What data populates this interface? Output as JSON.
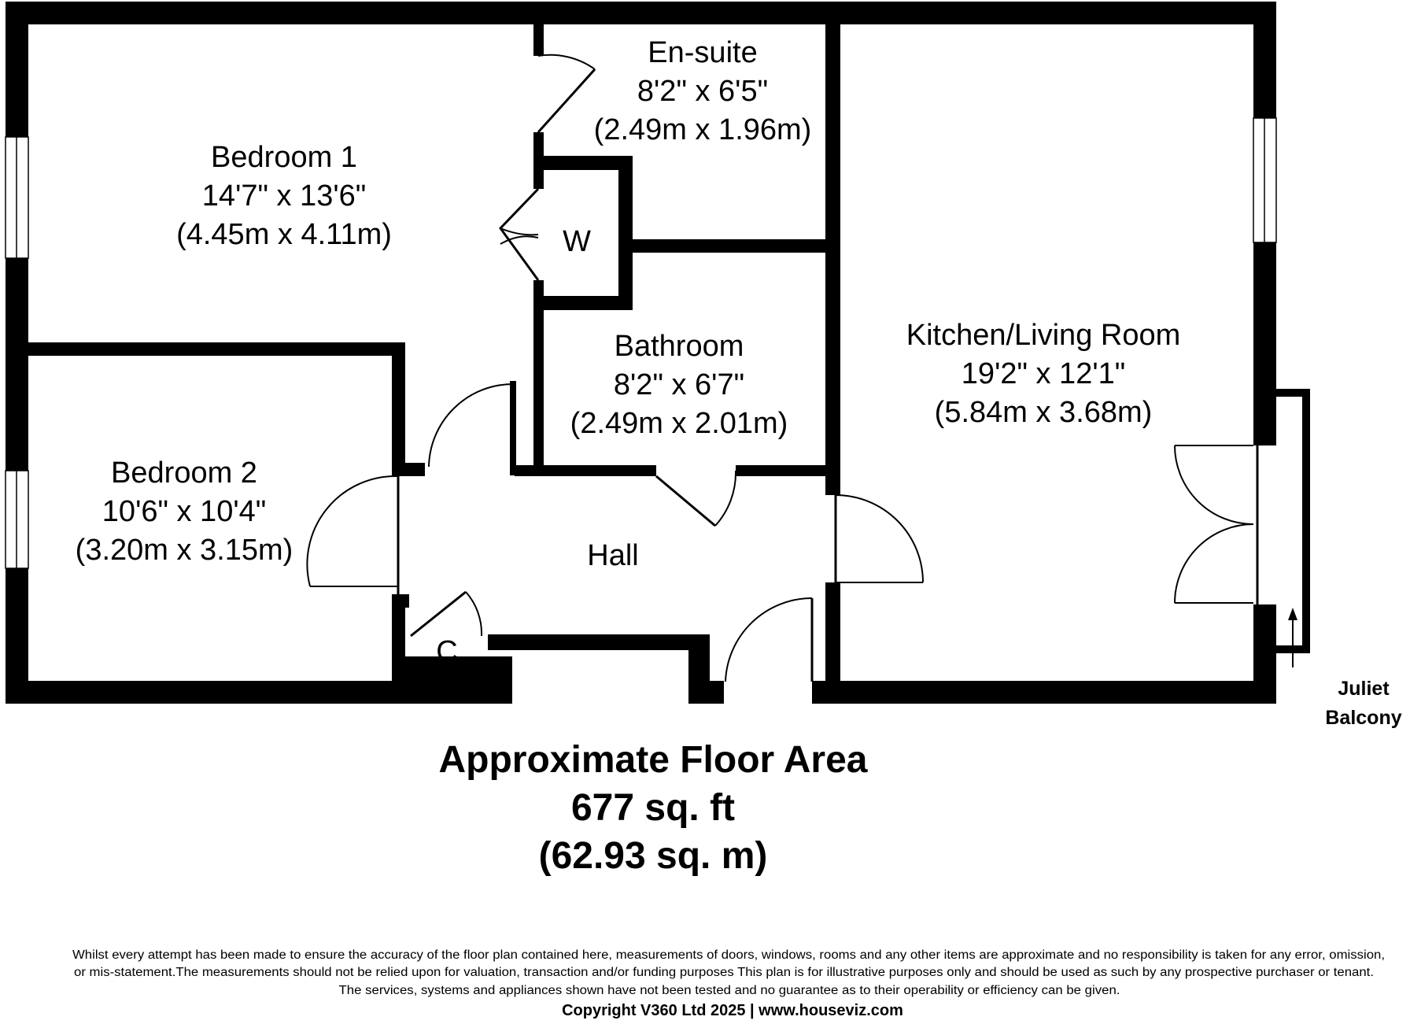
{
  "rooms": {
    "bedroom1": {
      "name": "Bedroom 1",
      "imperial": "14'7\" x 13'6\"",
      "metric": "(4.45m x 4.11m)"
    },
    "ensuite": {
      "name": "En-suite",
      "imperial": "8'2\" x 6'5\"",
      "metric": "(2.49m x 1.96m)"
    },
    "wardrobe": {
      "name": "W"
    },
    "bathroom": {
      "name": "Bathroom",
      "imperial": "8'2\" x 6'7\"",
      "metric": "(2.49m x 2.01m)"
    },
    "kitchen": {
      "name": "Kitchen/Living Room",
      "imperial": "19'2\" x 12'1\"",
      "metric": "(5.84m x 3.68m)"
    },
    "bedroom2": {
      "name": "Bedroom 2",
      "imperial": "10'6\" x 10'4\"",
      "metric": "(3.20m x 3.15m)"
    },
    "hall": {
      "name": "Hall"
    },
    "cupboard": {
      "name": "C"
    }
  },
  "balcony": {
    "line1": "Juliet",
    "line2": "Balcony"
  },
  "area": {
    "title": "Approximate Floor Area",
    "imperial": "677 sq. ft",
    "metric": "(62.93 sq. m)"
  },
  "disclaimer": {
    "line1": "Whilst every attempt has been made to ensure the accuracy of the floor plan contained here, measurements of doors, windows, rooms and any other items are approximate and no responsibility is taken for any error, omission,",
    "line2": "or mis-statement.The measurements should not be relied upon for valuation, transaction and/or funding purposes This plan is for illustrative purposes only and should be used as such by any prospective purchaser or tenant.",
    "line3": "The services, systems and appliances shown have not been tested and no guarantee as to their operability or efficiency can be given."
  },
  "copyright": "Copyright V360 Ltd 2025 | www.houseviz.com"
}
